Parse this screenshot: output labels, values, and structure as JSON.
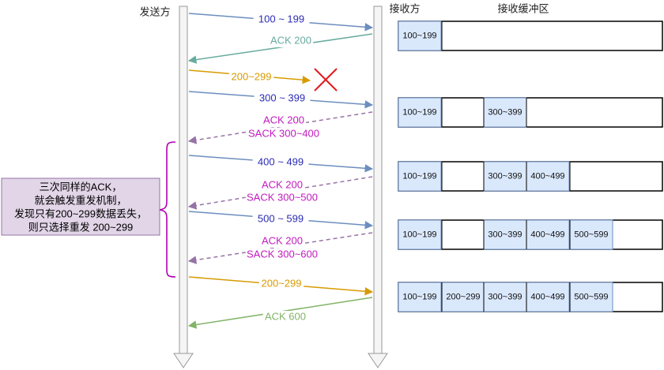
{
  "sender_label": "发送方",
  "receiver_label": "接收方",
  "buffer_label": "接收缓冲区",
  "colors": {
    "blue": "#6C8EBF",
    "blue_text": "#2B2BB5",
    "green": "#67AB9F",
    "green_light": "#82B366",
    "orange": "#D79B00",
    "purple": "#9673A6",
    "magenta_text": "#C11ABF",
    "lost_x": "#E31A1C",
    "buffer_fill": "#DAE8FC",
    "buffer_stroke": "#6C8EBF",
    "note_fill": "#E1D5E7",
    "note_stroke": "#9673A6",
    "brace": "#B000B0",
    "lifeline_fill": "#F5F5F5",
    "lifeline_stroke": "#999999"
  },
  "messages": [
    {
      "id": "msg-100-199",
      "label": "100 ~ 199",
      "direction": "send",
      "style": "solid",
      "color": "blue",
      "text_color": "blue_text"
    },
    {
      "id": "ack-200-first",
      "label": "ACK 200",
      "direction": "ack",
      "style": "solid",
      "color": "green",
      "text_color": "green"
    },
    {
      "id": "msg-200-299-lost",
      "label": "200~299",
      "direction": "lost",
      "style": "solid",
      "color": "orange",
      "text_color": "orange"
    },
    {
      "id": "msg-300-399",
      "label": "300 ~ 399",
      "direction": "send",
      "style": "solid",
      "color": "blue",
      "text_color": "blue_text"
    },
    {
      "id": "sack-300-400",
      "label": [
        "ACK 200",
        "SACK 300~400"
      ],
      "direction": "ack",
      "style": "dashed",
      "color": "purple",
      "text_color": "magenta_text"
    },
    {
      "id": "msg-400-499",
      "label": "400 ~ 499",
      "direction": "send",
      "style": "solid",
      "color": "blue",
      "text_color": "blue_text"
    },
    {
      "id": "sack-300-500",
      "label": [
        "ACK 200",
        "SACK 300~500"
      ],
      "direction": "ack",
      "style": "dashed",
      "color": "purple",
      "text_color": "magenta_text"
    },
    {
      "id": "msg-500-599",
      "label": "500 ~ 599",
      "direction": "send",
      "style": "solid",
      "color": "blue",
      "text_color": "blue_text"
    },
    {
      "id": "sack-300-600",
      "label": [
        "ACK 200",
        "SACK 300~600"
      ],
      "direction": "ack",
      "style": "dashed",
      "color": "purple",
      "text_color": "magenta_text"
    },
    {
      "id": "msg-200-299-resend",
      "label": "200~299",
      "direction": "send",
      "style": "solid",
      "color": "orange",
      "text_color": "orange"
    },
    {
      "id": "ack-600",
      "label": "ACK 600",
      "direction": "ack",
      "style": "solid",
      "color": "green_light",
      "text_color": "green_light"
    }
  ],
  "buffers": [
    {
      "id": "buffer-1",
      "cells": [
        "100~199",
        "",
        "",
        "",
        ""
      ]
    },
    {
      "id": "buffer-2",
      "cells": [
        "100~199",
        "",
        "300~399",
        "",
        ""
      ]
    },
    {
      "id": "buffer-3",
      "cells": [
        "100~199",
        "",
        "300~399",
        "400~499",
        ""
      ]
    },
    {
      "id": "buffer-4",
      "cells": [
        "100~199",
        "",
        "300~399",
        "400~499",
        "500~599"
      ]
    },
    {
      "id": "buffer-5",
      "cells": [
        "100~199",
        "200~299",
        "300~399",
        "400~499",
        "500~599"
      ]
    }
  ],
  "note": {
    "lines": [
      "三次同样的ACK，",
      "就会触发重发机制，",
      "发现只有200~299数据丢失，",
      "则只选择重发 200~299"
    ]
  }
}
